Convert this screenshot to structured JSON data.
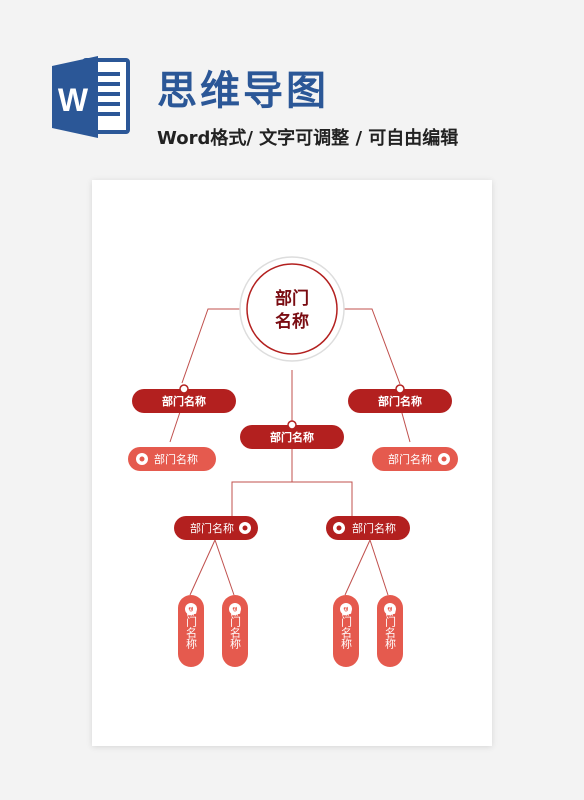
{
  "header": {
    "title": "思维导图",
    "subtitle": "Word格式/ 文字可调整 / 可自由编辑",
    "logo_icon": "word-document-icon",
    "logo_letter": "W"
  },
  "colors": {
    "brand_blue": "#2b5797",
    "dark_red": "#b3201f",
    "light_red": "#e55a4e",
    "root_text": "#7a0c12",
    "connector": "#c0504d"
  },
  "mindmap": {
    "root": {
      "line1": "部门",
      "line2": "名称"
    },
    "left_branch": "部门名称",
    "left_sub": "部门名称",
    "right_branch": "部门名称",
    "right_sub": "部门名称",
    "center_branch": "部门名称",
    "center_left_child": "部门名称",
    "center_right_child": "部门名称",
    "leaves": [
      "部门名称",
      "部门名称",
      "部门名称",
      "部门名称"
    ]
  }
}
